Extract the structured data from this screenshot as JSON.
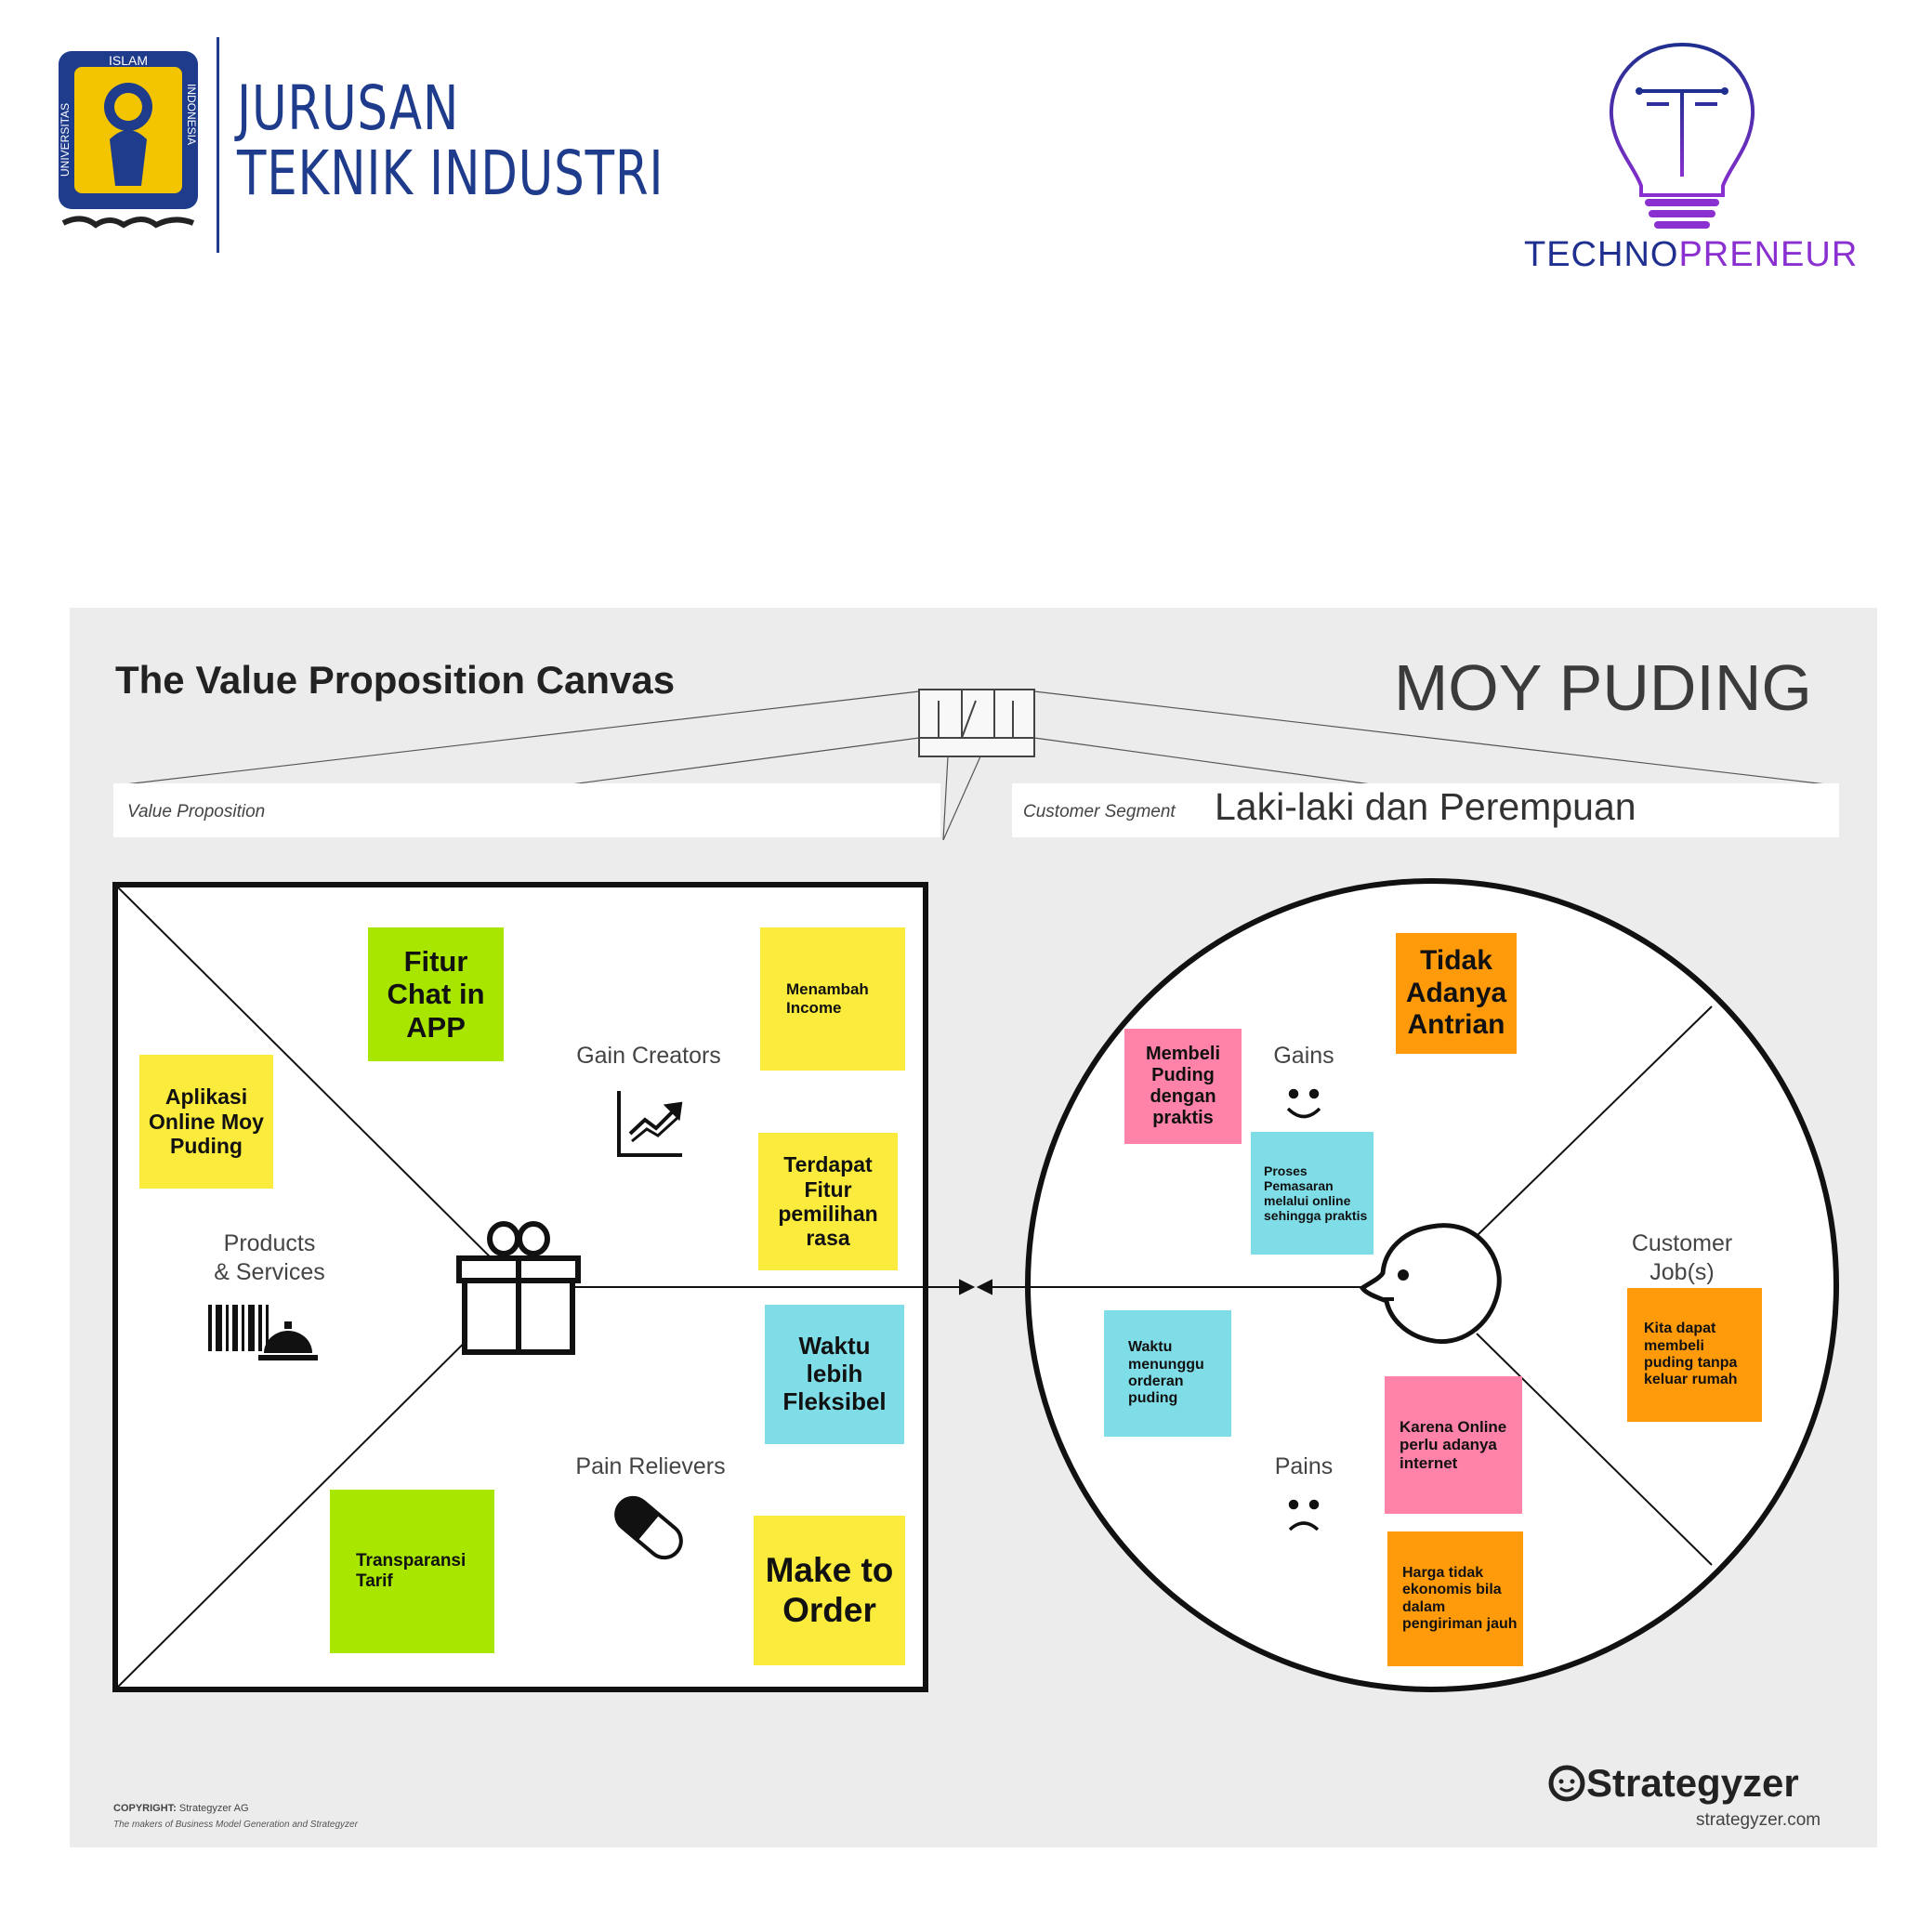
{
  "header": {
    "dept_line1": "JURUSAN",
    "dept_line2": "TEKNIK INDUSTRI",
    "uii_seal_text_top": "ISLAM",
    "uii_seal_text_left": "UNIVERSITAS",
    "uii_seal_text_right": "INDONESIA",
    "tp_text_a": "TECHNO",
    "tp_text_b": "PRENEUR"
  },
  "canvas": {
    "title": "The Value Proposition Canvas",
    "brand": "MOY PUDING",
    "value_proposition_label": "Value Proposition",
    "customer_segment_label": "Customer Segment",
    "customer_segment_value": "Laki-laki dan Perempuan"
  },
  "sections": {
    "gain_creators": "Gain Creators",
    "products_l1": "Products",
    "products_l2": "& Services",
    "pain_relievers": "Pain Relievers",
    "gains": "Gains",
    "pains": "Pains",
    "jobs_l1": "Customer",
    "jobs_l2": "Job(s)"
  },
  "notes": {
    "fitur_chat": "Fitur Chat in APP",
    "menambah_income": "Menambah Income",
    "aplikasi_online": "Aplikasi Online Moy Puding",
    "terdapat_fitur": "Terdapat Fitur pemilihan rasa",
    "waktu_fleksibel": "Waktu lebih Fleksibel",
    "transparansi": "Transparansi Tarif",
    "make_to_order": "Make to Order",
    "tidak_antrian": "Tidak Adanya Antrian",
    "membeli_puding": "Membeli Puding dengan praktis",
    "proses_pemasaran": "Proses Pemasaran melalui online sehingga praktis",
    "kita_dapat": "Kita dapat membeli puding tanpa keluar rumah",
    "waktu_menunggu": "Waktu menunggu orderan puding",
    "karena_online": "Karena Online perlu adanya internet",
    "harga_tidak": "Harga tidak ekonomis bila dalam pengiriman jauh"
  },
  "footer": {
    "copyright_label": "COPYRIGHT:",
    "copyright_holder": "Strategyzer AG",
    "makers": "The makers of Business Model Generation and Strategyzer",
    "logo": "Strategyzer",
    "url": "strategyzer.com"
  },
  "colors": {
    "green": "#a8e600",
    "yellow": "#fbeb3c",
    "cyan": "#7fdde8",
    "pink": "#ff82a8",
    "orange": "#ff9b0a",
    "navy": "#1f3c8c",
    "purple": "#8a2fd0"
  }
}
